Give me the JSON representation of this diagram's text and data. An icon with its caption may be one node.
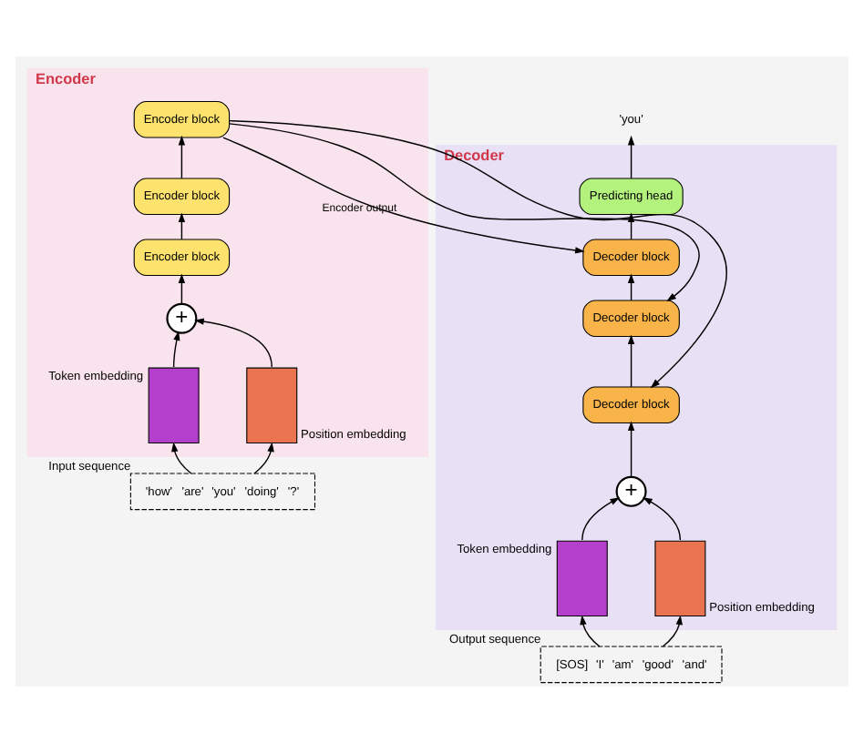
{
  "diagram": {
    "nodes": [
      {
        "text": [
          "Encoder"
        ]
      },
      {
        "text": [
          "Decoder"
        ]
      },
      {
        "text": [
          "Encoder block"
        ],
        "in": 0
      },
      {
        "text": [
          "Encoder block"
        ],
        "in": 0
      },
      {
        "text": [
          "Encoder block"
        ],
        "in": 0
      },
      {
        "text": [
          "+"
        ],
        "in": 0
      },
      {
        "text": [],
        "shape": "box",
        "in": 0,
        "beside": [
          "Token embedding"
        ]
      },
      {
        "text": [],
        "shape": "box",
        "in": 0,
        "beside": [
          "Position embedding"
        ]
      },
      {
        "text": [
          "'how'",
          "'are'",
          "'you'",
          "'doing'",
          "'?'"
        ],
        "beside": [
          "Input sequence"
        ]
      },
      {
        "text": [
          "Predicting head"
        ],
        "in": 1
      },
      {
        "text": [
          "Decoder block"
        ],
        "in": 1
      },
      {
        "text": [
          "Decoder block"
        ],
        "in": 1
      },
      {
        "text": [
          "Decoder block"
        ],
        "in": 1
      },
      {
        "text": [
          "+"
        ],
        "in": 1
      },
      {
        "text": [],
        "shape": "box",
        "in": 1,
        "beside": [
          "Token embedding"
        ]
      },
      {
        "text": [],
        "shape": "box",
        "in": 1,
        "beside": [
          "Position embedding"
        ]
      },
      {
        "text": [
          "[SOS]",
          "'I'",
          "'am'",
          "'good'",
          "'and'"
        ],
        "beside": [
          "Output sequence"
        ]
      },
      {
        "text": [
          "'you'"
        ]
      }
    ],
    "edges": [
      {
        "from": 8,
        "to": 6,
        "arrow": "to"
      },
      {
        "from": 8,
        "to": 7,
        "arrow": "to"
      },
      {
        "from": 6,
        "to": 5,
        "arrow": "to"
      },
      {
        "from": 7,
        "to": 5,
        "arrow": "to"
      },
      {
        "from": 5,
        "to": 4,
        "arrow": "to"
      },
      {
        "from": 4,
        "to": 3,
        "arrow": "to"
      },
      {
        "from": 3,
        "to": 2,
        "arrow": "to"
      },
      {
        "from": 2,
        "to": 10,
        "arrow": "to",
        "label": "Encoder output"
      },
      {
        "from": 2,
        "to": 11,
        "arrow": "to"
      },
      {
        "from": 2,
        "to": 12,
        "arrow": "to"
      },
      {
        "from": 16,
        "to": 14,
        "arrow": "to"
      },
      {
        "from": 16,
        "to": 15,
        "arrow": "to"
      },
      {
        "from": 14,
        "to": 13,
        "arrow": "to"
      },
      {
        "from": 15,
        "to": 13,
        "arrow": "to"
      },
      {
        "from": 13,
        "to": 12,
        "arrow": "to"
      },
      {
        "from": 12,
        "to": 11,
        "arrow": "to"
      },
      {
        "from": 11,
        "to": 10,
        "arrow": "to"
      },
      {
        "from": 10,
        "to": 9,
        "arrow": "to"
      },
      {
        "from": 9,
        "to": 17,
        "arrow": "to"
      }
    ]
  }
}
